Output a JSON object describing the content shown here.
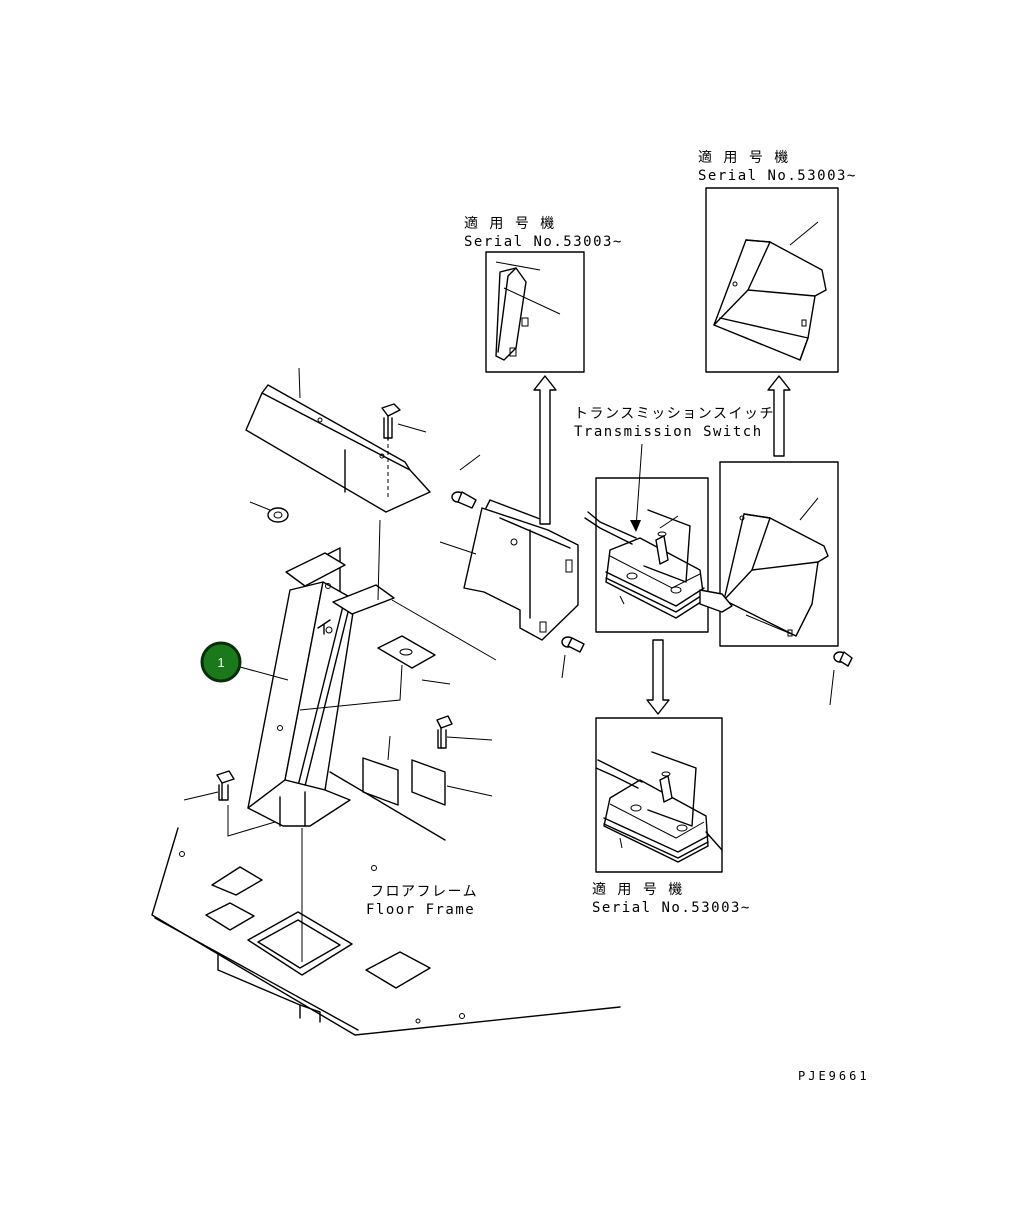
{
  "labels": {
    "serial_jp": "適 用 号 機",
    "serial_en": "Serial No.53003~",
    "switch_jp": "トランスミッションスイッチ",
    "switch_en": "Transmission Switch",
    "frame_jp": "フロアフレーム",
    "frame_en": "Floor Frame",
    "drawing_code": "PJE9661"
  },
  "callouts": [
    {
      "number": "1",
      "color": "#1a7a1a"
    }
  ],
  "colors": {
    "line": "#000000",
    "callout_fill": "#1a7a1a",
    "callout_ring": "#0a2e0a"
  }
}
